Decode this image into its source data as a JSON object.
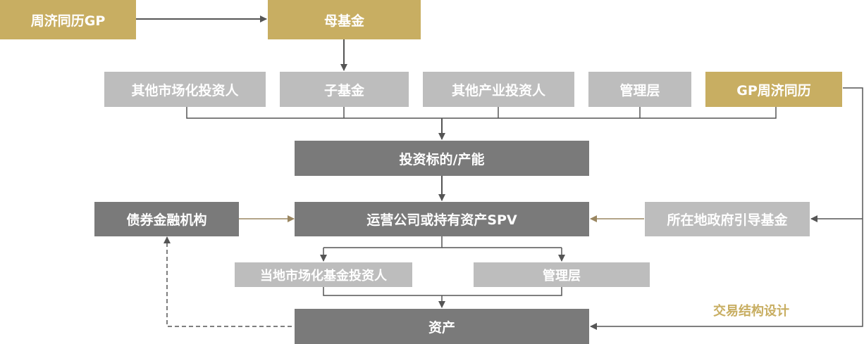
{
  "nodes": {
    "gp_zhoujitongli": "周济同历GP",
    "mother_fund": "母基金",
    "other_market_investors": "其他市场化投资人",
    "sub_fund": "子基金",
    "other_industry_investors": "其他产业投资人",
    "management_top": "管理层",
    "gp_zhoujitongli_right": "GP周济同历",
    "investment_target": "投资标的/产能",
    "bond_institutions": "债券金融机构",
    "operating_spv": "运营公司或持有资产SPV",
    "local_government_fund": "所在地政府引导基金",
    "local_market_fund_investors": "当地市场化基金投资人",
    "management_bottom": "管理层",
    "assets": "资产"
  },
  "caption": "交易结构设计",
  "colors": {
    "gold": "#c8ae62",
    "light_gray": "#bdbdbd",
    "dark_gray": "#7a7a7a",
    "connector": "#555555"
  }
}
